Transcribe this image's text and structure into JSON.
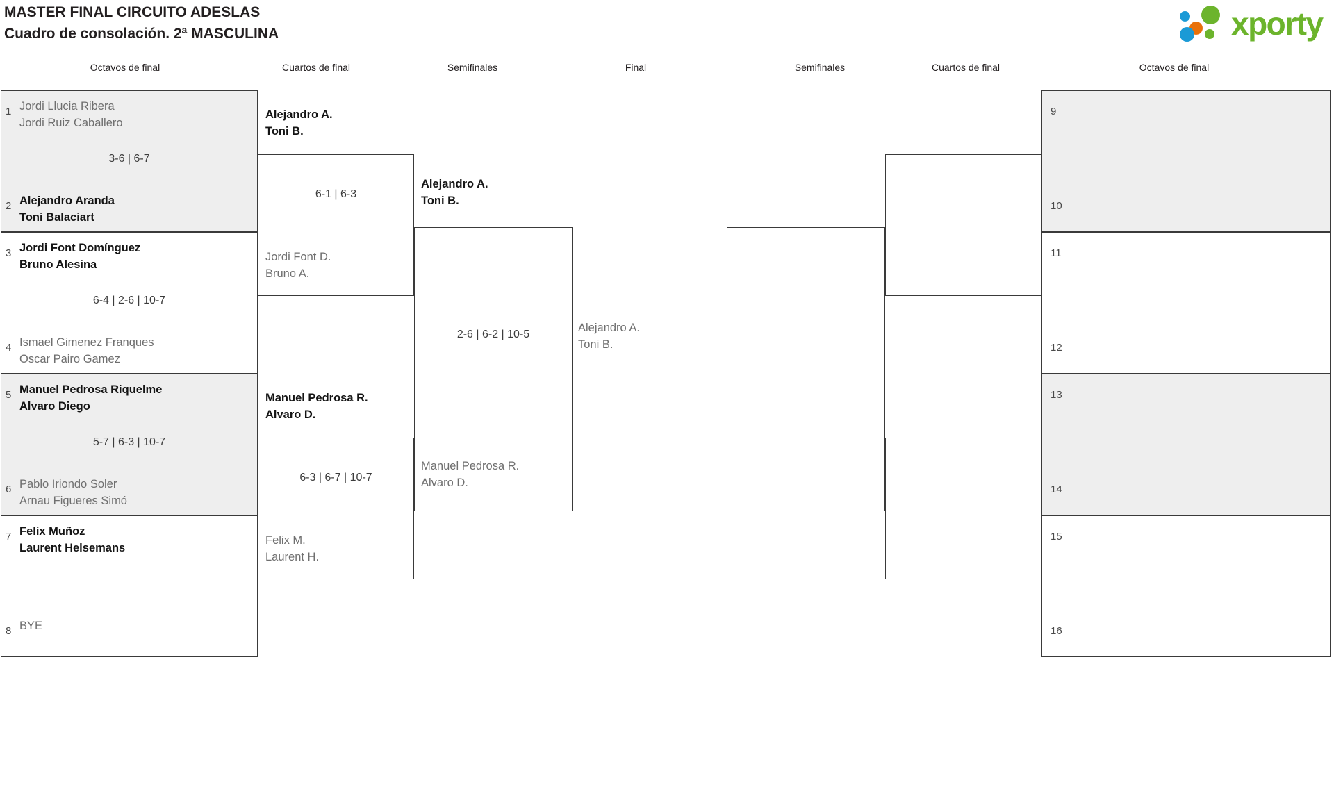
{
  "header": {
    "title_line1": "MASTER FINAL CIRCUITO ADESLAS",
    "title_line2": "Cuadro de consolación. 2ª MASCULINA",
    "logo_text": "xporty",
    "logo_colors": {
      "green": "#6cb42c",
      "blue": "#1b9ad6",
      "orange": "#e8710a"
    }
  },
  "round_headers": [
    {
      "label": "Octavos de final"
    },
    {
      "label": "Cuartos de final"
    },
    {
      "label": "Semifinales"
    },
    {
      "label": "Final"
    },
    {
      "label": "Semifinales"
    },
    {
      "label": "Cuartos de final"
    },
    {
      "label": "Octavos de final"
    }
  ],
  "left": {
    "round16": [
      {
        "seed_top": "1",
        "top_line1": "Jordi Llucia Ribera",
        "top_line2": "Jordi Ruiz Caballero",
        "top_winner": false,
        "score": "3-6 | 6-7",
        "seed_bottom": "2",
        "bottom_line1": "Alejandro Aranda",
        "bottom_line2": "Toni Balaciart",
        "bottom_winner": true,
        "shaded": true
      },
      {
        "seed_top": "3",
        "top_line1": "Jordi Font Domínguez",
        "top_line2": "Bruno Alesina",
        "top_winner": true,
        "score": "6-4 | 2-6 | 10-7",
        "seed_bottom": "4",
        "bottom_line1": "Ismael Gimenez Franques",
        "bottom_line2": "Oscar Pairo Gamez",
        "bottom_winner": false,
        "shaded": false
      },
      {
        "seed_top": "5",
        "top_line1": "Manuel Pedrosa Riquelme",
        "top_line2": "Alvaro Diego",
        "top_winner": true,
        "score": "5-7 | 6-3 | 10-7",
        "seed_bottom": "6",
        "bottom_line1": "Pablo Iriondo Soler",
        "bottom_line2": "Arnau Figueres Simó",
        "bottom_winner": false,
        "shaded": true
      },
      {
        "seed_top": "7",
        "top_line1": "Felix Muñoz",
        "top_line2": "Laurent Helsemans",
        "top_winner": true,
        "score": "",
        "seed_bottom": "8",
        "bottom_line1": "BYE",
        "bottom_line2": "",
        "bottom_winner": false,
        "shaded": false
      }
    ],
    "quarters": [
      {
        "top_line1": "Alejandro A.",
        "top_line2": "Toni B.",
        "top_winner": true,
        "score": "6-1 | 6-3",
        "bottom_line1": "Jordi Font D.",
        "bottom_line2": "Bruno A.",
        "bottom_winner": false
      },
      {
        "top_line1": "Manuel Pedrosa R.",
        "top_line2": "Alvaro D.",
        "top_winner": true,
        "score": "6-3 | 6-7 | 10-7",
        "bottom_line1": "Felix M.",
        "bottom_line2": "Laurent H.",
        "bottom_winner": false
      }
    ],
    "semis": [
      {
        "top_line1": "Alejandro A.",
        "top_line2": "Toni B.",
        "top_winner": true,
        "score": "2-6 | 6-2 | 10-5",
        "bottom_line1": "Manuel Pedrosa R.",
        "bottom_line2": "Alvaro D.",
        "bottom_winner": false
      }
    ],
    "final": {
      "line1": "Alejandro A.",
      "line2": "Toni B."
    }
  },
  "right": {
    "round16": [
      {
        "seed_top": "9",
        "seed_bottom": "10",
        "shaded": true
      },
      {
        "seed_top": "11",
        "seed_bottom": "12",
        "shaded": false
      },
      {
        "seed_top": "13",
        "seed_bottom": "14",
        "shaded": true
      },
      {
        "seed_top": "15",
        "seed_bottom": "16",
        "shaded": false
      }
    ],
    "quarters": [
      {},
      {}
    ],
    "semis": [
      {}
    ]
  }
}
